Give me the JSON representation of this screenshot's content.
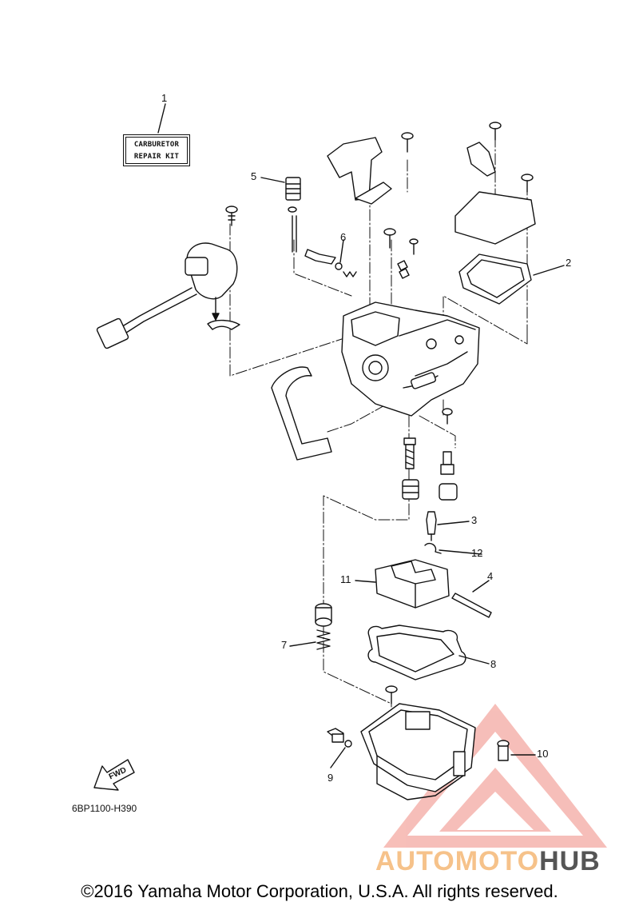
{
  "kit_label": {
    "line1": "CARBURETOR",
    "line2": "REPAIR KIT"
  },
  "callouts": [
    {
      "id": "1",
      "label": "1"
    },
    {
      "id": "2",
      "label": "2"
    },
    {
      "id": "3",
      "label": "3"
    },
    {
      "id": "4",
      "label": "4"
    },
    {
      "id": "5",
      "label": "5"
    },
    {
      "id": "6",
      "label": "6"
    },
    {
      "id": "7",
      "label": "7"
    },
    {
      "id": "8",
      "label": "8"
    },
    {
      "id": "9",
      "label": "9"
    },
    {
      "id": "10",
      "label": "10"
    },
    {
      "id": "11",
      "label": "11"
    },
    {
      "id": "12",
      "label": "12"
    }
  ],
  "fwd_label": "FWD",
  "figure_code": "6BP1100-H390",
  "copyright": "©2016 Yamaha Motor Corporation, U.S.A. All rights reserved.",
  "watermark": {
    "part1": "AUTOMOTO",
    "part2": "HUB",
    "color_primary": "#f6c28a",
    "color_triangle": "#e74c3c"
  }
}
